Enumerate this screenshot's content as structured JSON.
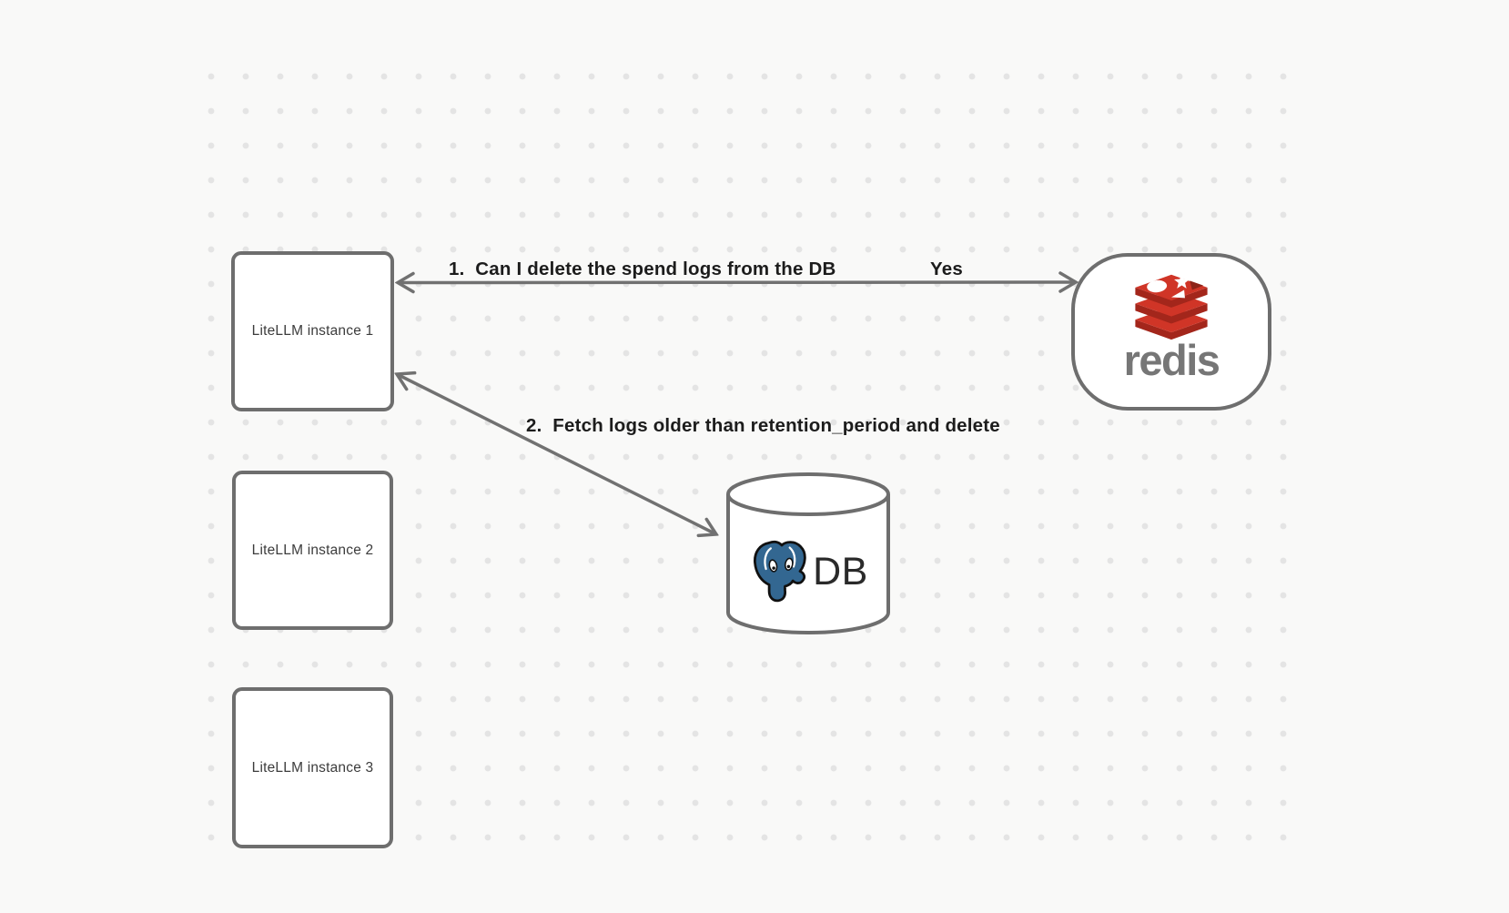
{
  "diagram": {
    "instances": [
      {
        "label": "LiteLLM instance 1"
      },
      {
        "label": "LiteLLM instance 2"
      },
      {
        "label": "LiteLLM instance 3"
      }
    ],
    "redis": {
      "wordmark": "redis",
      "logo_icon": "redis-stack-icon"
    },
    "db": {
      "label": "DB",
      "logo_icon": "postgresql-elephant-icon"
    },
    "edges": [
      {
        "id": "1",
        "label": "1.  Can I delete the spend logs from the DB",
        "response": "Yes",
        "from": "LiteLLM instance 1",
        "to": "redis",
        "style": "double-headed-arrow"
      },
      {
        "id": "2",
        "label": "2.  Fetch logs older than retention_period and delete",
        "from": "LiteLLM instance 1",
        "to": "DB",
        "style": "double-headed-arrow"
      }
    ],
    "colors": {
      "background": "#f9f9f8",
      "grid_dot": "#e4e4e4",
      "stroke_gray": "#6e6e6e",
      "arrow_gray": "#717171",
      "label_text": "#1c1c1c",
      "box_text": "#3c3c3c",
      "db_text": "#2a2a2a",
      "redis_red": "#d03527",
      "redis_dark_red": "#a3261b",
      "redis_wordmark_gray": "#767676",
      "postgres_blue": "#336791"
    }
  }
}
